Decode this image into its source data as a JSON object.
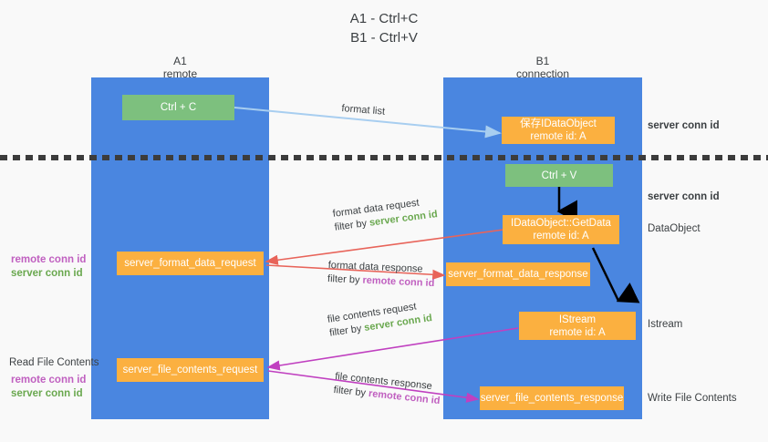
{
  "title": {
    "line1": "A1 - Ctrl+C",
    "line2": "B1 - Ctrl+V"
  },
  "lanes": [
    {
      "name": "A1",
      "sub": "remote"
    },
    {
      "name": "B1",
      "sub": "connection"
    }
  ],
  "boxes": {
    "ctrl_c": {
      "line1": "Ctrl + C"
    },
    "save_idataobject": {
      "line1": "保存IDataObject",
      "line2": "remote id: A"
    },
    "ctrl_v": {
      "line1": "Ctrl + V"
    },
    "getdata": {
      "line1": "IDataObject::GetData",
      "line2": "remote id: A"
    },
    "format_data_request": {
      "line1": "server_format_data_request"
    },
    "format_data_response": {
      "line1": "server_format_data_response"
    },
    "istream": {
      "line1": "IStream",
      "line2": "remote id: A"
    },
    "file_contents_request": {
      "line1": "server_file_contents_request"
    },
    "file_contents_response": {
      "line1": "server_file_contents_response"
    }
  },
  "edges": {
    "format_list": "format list",
    "format_data_request": {
      "line1": "format data request",
      "line2_prefix": "filter by ",
      "line2_value": "server conn id"
    },
    "format_data_response": {
      "line1": "format data response",
      "line2_prefix": "filter by ",
      "line2_value": "remote conn id"
    },
    "file_contents_request": {
      "line1": "file contents request",
      "line2_prefix": "filter by ",
      "line2_value": "server conn id"
    },
    "file_contents_response": {
      "line1": "file contents response",
      "line2_prefix": "filter by ",
      "line2_value": "remote conn id"
    }
  },
  "right_labels": {
    "server_conn_id_top": "server conn id",
    "server_conn_id_mid": "server conn id",
    "dataobject": "DataObject",
    "istream": "Istream",
    "write_file_contents": "Write File Contents"
  },
  "left_labels": {
    "mid_remote": "remote conn id",
    "mid_server": "server conn id",
    "read_file_contents": "Read File Contents",
    "bottom_remote": "remote conn id",
    "bottom_server": "server conn id"
  },
  "colors": {
    "lane": "#4a86e0",
    "green_box": "#7dc07e",
    "orange_box": "#fbb040",
    "green_text": "#6aa84f",
    "purple_text": "#c060c0",
    "light_blue_arrow": "#a8cef0",
    "red_arrow": "#e8645a",
    "magenta_arrow": "#c040c0",
    "black_arrow": "#000000"
  }
}
